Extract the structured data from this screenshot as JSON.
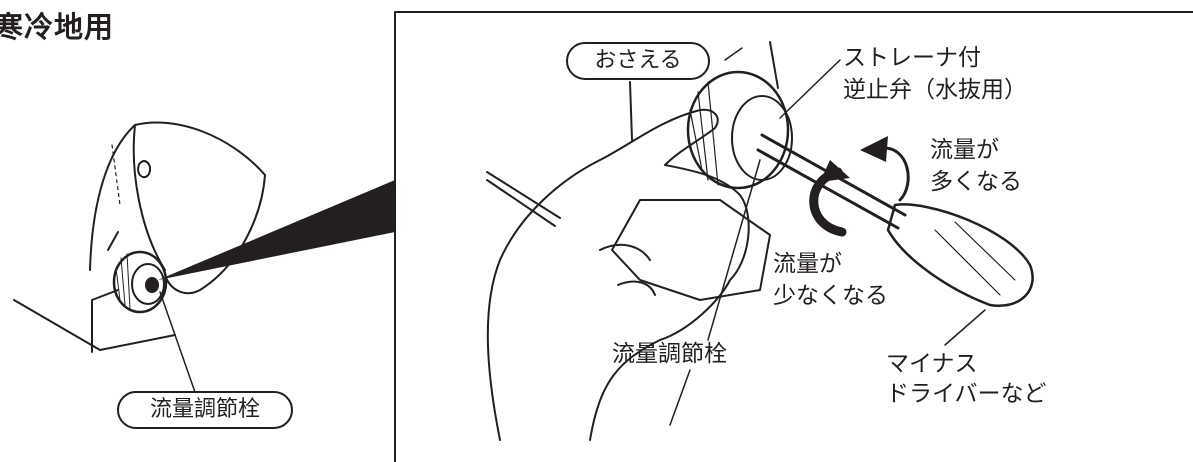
{
  "title": "寒冷地用",
  "callouts": {
    "stopcock_overview": "流量調節栓",
    "press": "おさえる",
    "strainer_line1": "ストレーナ付",
    "strainer_line2": "逆止弁（水抜用）",
    "flow_more_line1": "流量が",
    "flow_more_line2": "多くなる",
    "flow_less_line1": "流量が",
    "flow_less_line2": "少なくなる",
    "stopcock_detail": "流量調節栓",
    "tool_line1": "マイナス",
    "tool_line2": "ドライバーなど"
  },
  "icons": {
    "clockwise_arrow": "rotate-cw-arrow",
    "counterclockwise_arrow": "rotate-ccw-arrow"
  }
}
